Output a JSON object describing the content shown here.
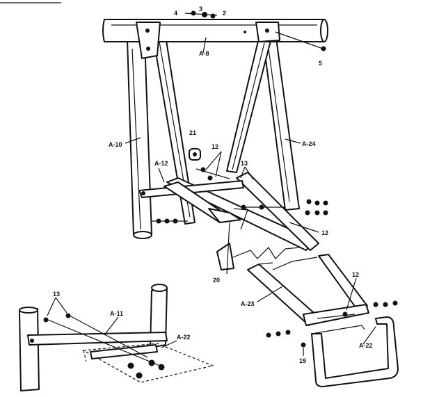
{
  "labels": {
    "a8": "A-8",
    "a10": "A-10",
    "a24": "A-24",
    "a12": "A-12",
    "a23": "A-23",
    "a22": "A-22",
    "a11": "A-11",
    "a22_inset": "A-22",
    "n2": "2",
    "n3": "3",
    "n4": "4",
    "n5": "5",
    "n21": "21",
    "n12_top": "12",
    "n13_top": "13",
    "n12_right": "12",
    "n20": "20",
    "n12_lower": "12",
    "n19": "19",
    "n13_inset": "13"
  }
}
